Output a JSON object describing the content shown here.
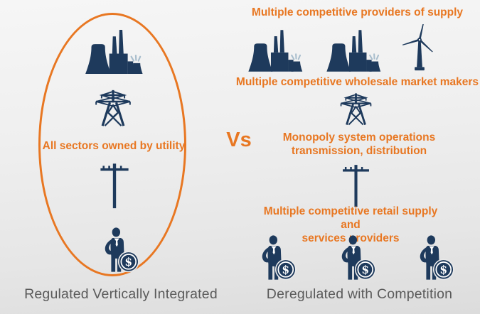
{
  "diagram": {
    "vs_label": "Vs",
    "left_column": {
      "annotation": "All sectors owned by utility",
      "caption": "Regulated Vertically Integrated",
      "icons": [
        "power-plant-icon",
        "transmission-tower-icon",
        "utility-pole-icon",
        "businessman-money-icon"
      ]
    },
    "right_column": {
      "supply_label": "Multiple competitive providers of supply",
      "wholesale_label": "Multiple competitive wholesale market makers",
      "monopoly_label_line1": "Monopoly system operations",
      "monopoly_label_line2": "transmission, distribution",
      "retail_label_line1": "Multiple competitive retail supply and",
      "retail_label_line2": "services providers",
      "caption": "Deregulated with Competition",
      "icons": [
        "power-plant-icon",
        "power-plant-icon",
        "wind-turbine-icon",
        "transmission-tower-icon",
        "utility-pole-icon",
        "businessman-money-icon",
        "businessman-money-icon",
        "businessman-money-icon"
      ]
    },
    "colors": {
      "accent_orange": "#E87722",
      "icon_navy": "#1E3A5C",
      "caption_gray": "#5A5A5A",
      "steam_blue": "#A9BECD",
      "background_light": "#F6F6F6",
      "background_dark": "#DCDCDC"
    }
  }
}
